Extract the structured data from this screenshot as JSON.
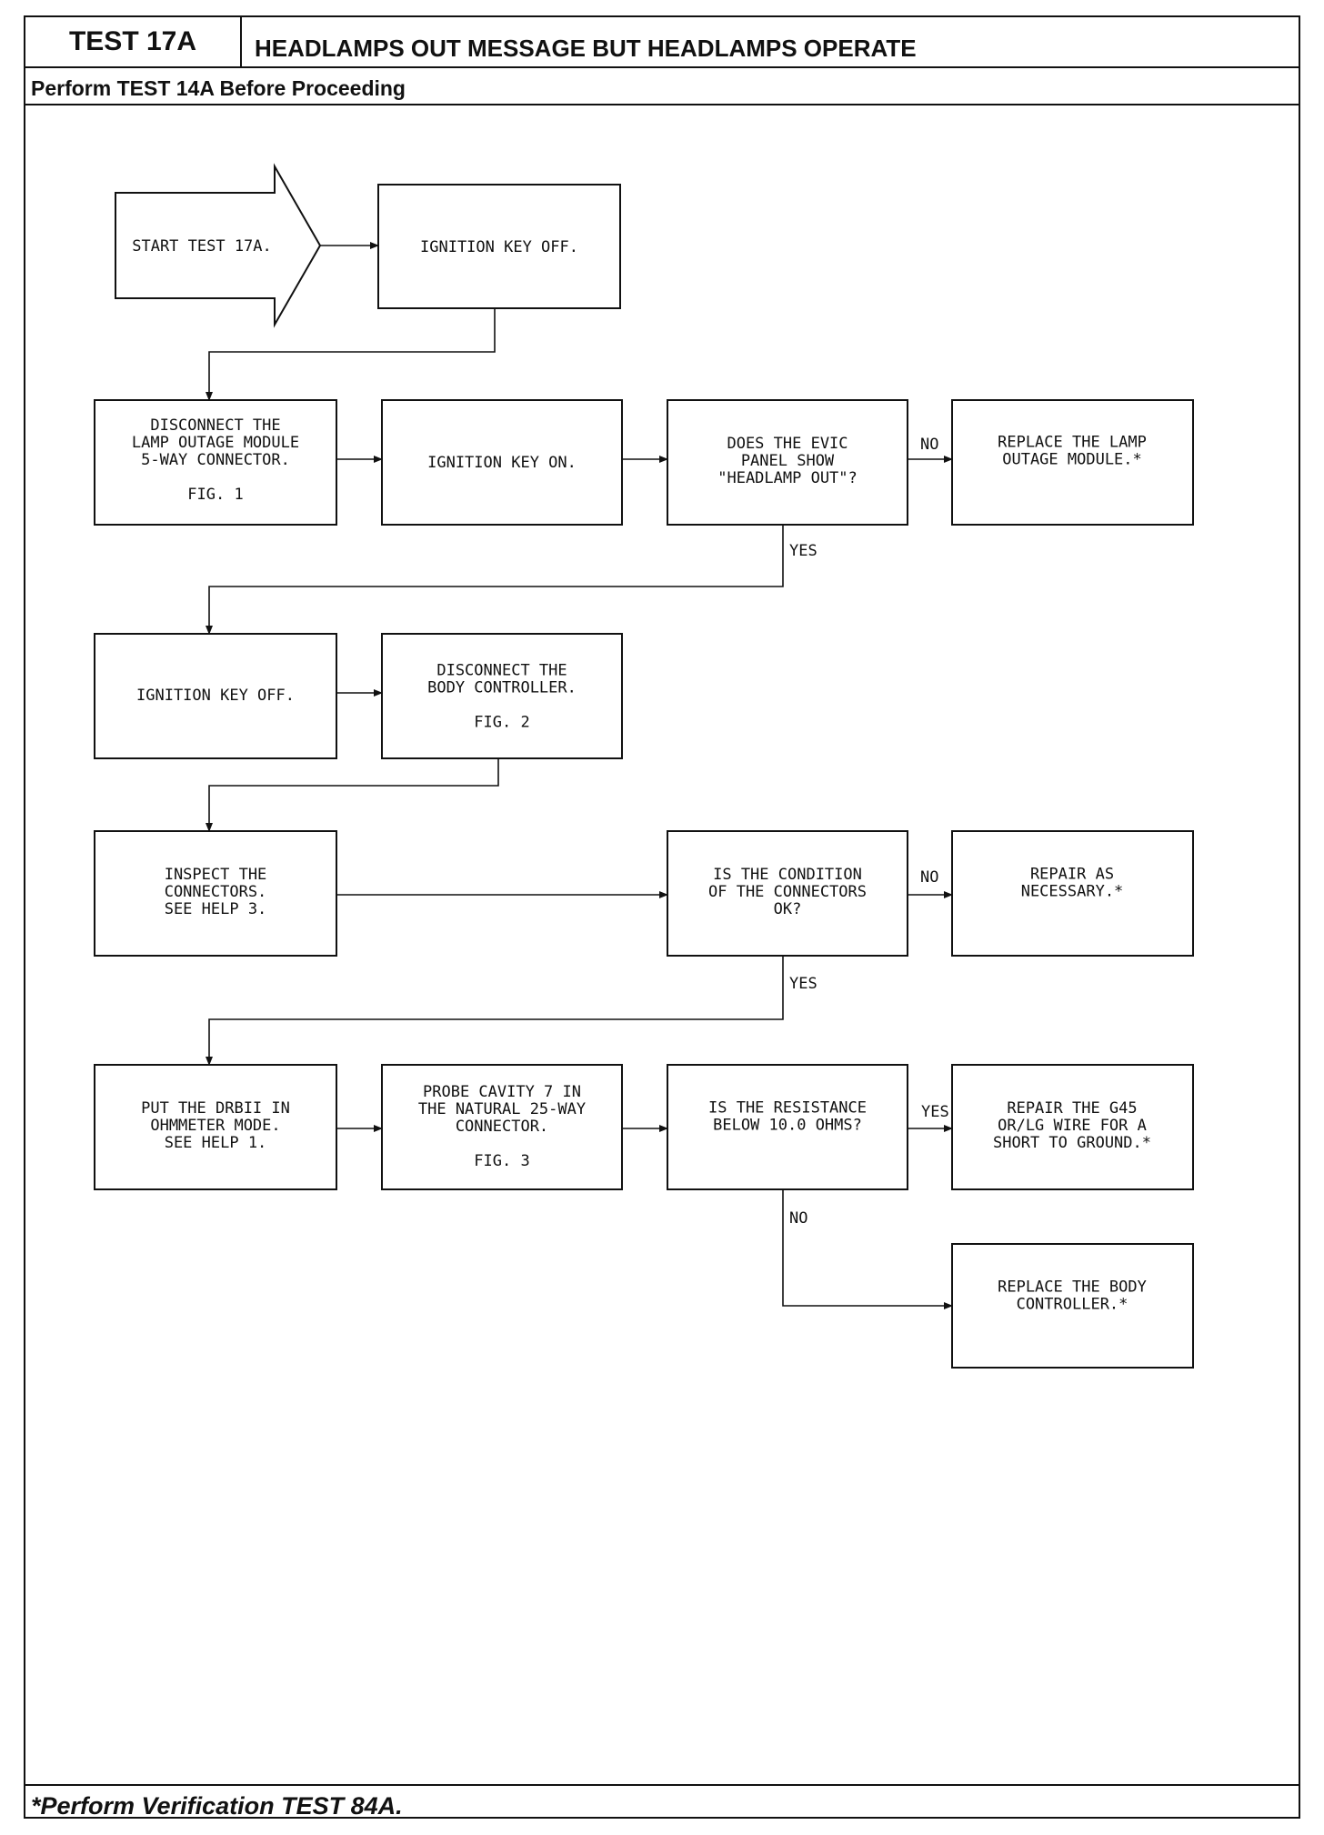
{
  "header": {
    "test_id": "TEST 17A",
    "title": "HEADLAMPS OUT MESSAGE BUT HEADLAMPS OPERATE",
    "subtitle": "Perform TEST 14A Before Proceeding"
  },
  "footer": {
    "note": "*Perform Verification TEST 84A."
  },
  "nodes": {
    "start": [
      "START TEST 17A."
    ],
    "key_off_1": [
      "IGNITION KEY OFF."
    ],
    "disconnect_lom": [
      "DISCONNECT THE",
      "LAMP OUTAGE MODULE",
      "5-WAY CONNECTOR.",
      "",
      "FIG. 1"
    ],
    "key_on": [
      "IGNITION KEY ON."
    ],
    "evic_question": [
      "DOES THE EVIC",
      "PANEL SHOW",
      "\"HEADLAMP OUT\"?"
    ],
    "replace_lom": [
      "REPLACE THE LAMP",
      "OUTAGE MODULE.*"
    ],
    "key_off_2": [
      "IGNITION KEY OFF."
    ],
    "disconnect_bc": [
      "DISCONNECT THE",
      "BODY CONTROLLER.",
      "",
      "FIG. 2"
    ],
    "inspect": [
      "INSPECT THE",
      "CONNECTORS.",
      "SEE HELP 3."
    ],
    "condition_question": [
      "IS THE CONDITION",
      "OF THE CONNECTORS",
      "OK?"
    ],
    "repair": [
      "REPAIR AS",
      "NECESSARY.*"
    ],
    "drbii": [
      "PUT THE DRBII IN",
      "OHMMETER MODE.",
      "SEE HELP 1."
    ],
    "probe": [
      "PROBE CAVITY 7 IN",
      "THE NATURAL 25-WAY",
      "CONNECTOR.",
      "",
      "FIG. 3"
    ],
    "resistance_question": [
      "IS THE RESISTANCE",
      "BELOW 10.0 OHMS?"
    ],
    "repair_g45": [
      "REPAIR THE G45",
      "OR/LG WIRE FOR A",
      "SHORT TO GROUND.*"
    ],
    "replace_bc": [
      "REPLACE THE BODY",
      "CONTROLLER.*"
    ]
  },
  "edge_labels": {
    "evic_no": "NO",
    "evic_yes": "YES",
    "condition_no": "NO",
    "condition_yes": "YES",
    "resistance_yes": "YES",
    "resistance_no": "NO"
  }
}
